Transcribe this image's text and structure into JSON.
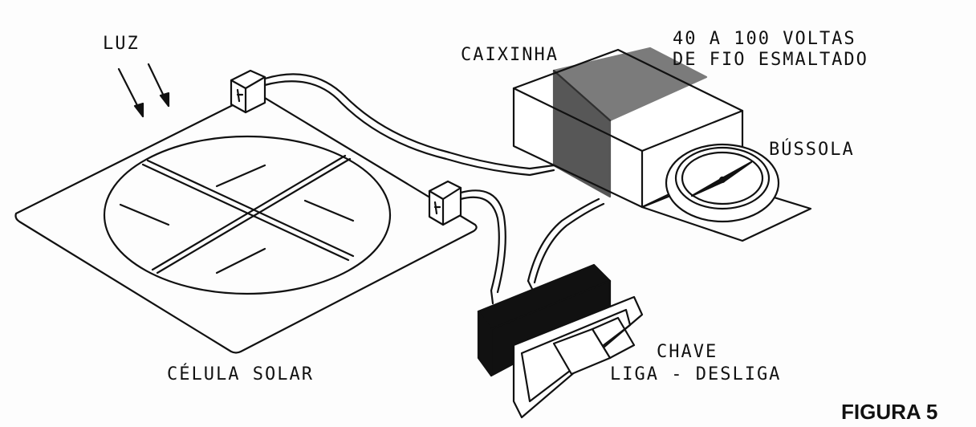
{
  "labels": {
    "light": "LUZ",
    "box": "CAIXINHA",
    "wire_turns_line1": "40 A 100 VOLTAS",
    "wire_turns_line2": "DE FIO ESMALTADO",
    "compass": "BÚSSOLA",
    "solar_cell": "CÉLULA SOLAR",
    "switch_line1": "CHAVE",
    "switch_line2": "LIGA - DESLIGA",
    "figure": "FIGURA 5"
  },
  "colors": {
    "ink": "#111111",
    "paper": "#fdfdfd"
  }
}
